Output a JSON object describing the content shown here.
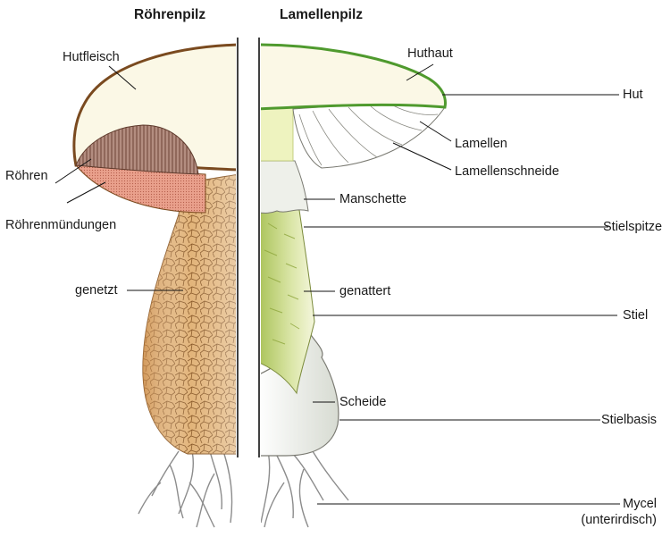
{
  "headers": {
    "left": "Röhrenpilz",
    "right": "Lamellenpilz"
  },
  "labels": {
    "hutfleisch": "Hutfleisch",
    "roehren": "Röhren",
    "roehrenmuendungen": "Röhrenmündungen",
    "genetzt": "genetzt",
    "huthaut": "Huthaut",
    "hut": "Hut",
    "lamellen": "Lamellen",
    "lamellenschneide": "Lamellenschneide",
    "manschette": "Manschette",
    "stielspitze": "Stielspitze",
    "genattert": "genattert",
    "stiel": "Stiel",
    "scheide": "Scheide",
    "stielbasis": "Stielbasis",
    "mycel_line1": "Mycel",
    "mycel_line2": "(unterirdisch)"
  },
  "colors": {
    "cap_flesh": "#fbf8e6",
    "cap_skin_left": "#7a4a1f",
    "cap_skin_right": "#4f9a2e",
    "tubes": "#a0786a",
    "tube_mouths": "#e9a08c",
    "stem_left": "#e2b47a",
    "stem_right": "#d7e3a6",
    "volva": "#eef0ea",
    "mycel": "#8c8c8c"
  }
}
